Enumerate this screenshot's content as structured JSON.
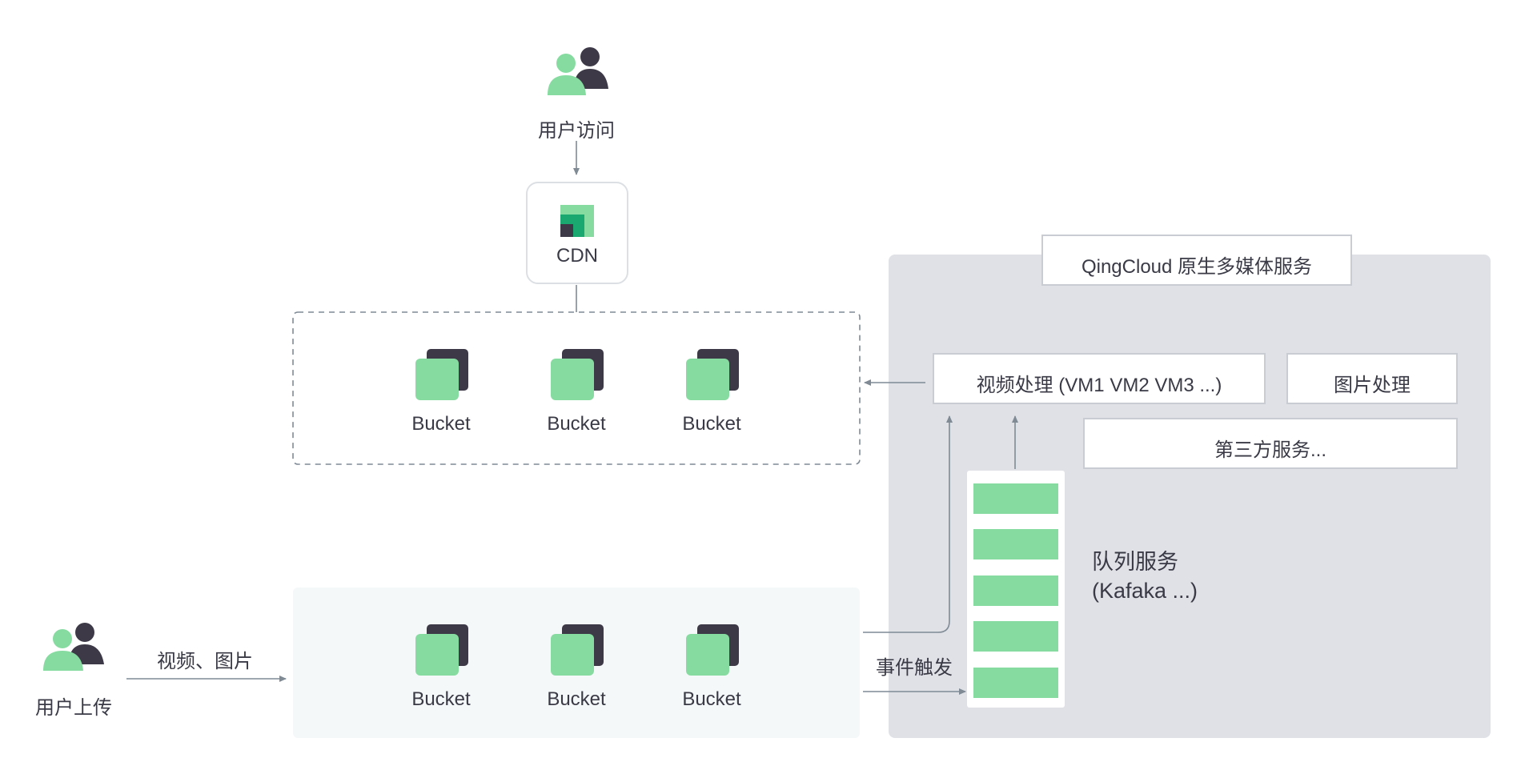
{
  "user_access": {
    "label": "用户访问"
  },
  "cdn": {
    "label": "CDN"
  },
  "top_buckets": [
    {
      "label": "Bucket"
    },
    {
      "label": "Bucket"
    },
    {
      "label": "Bucket"
    }
  ],
  "bottom_buckets": [
    {
      "label": "Bucket"
    },
    {
      "label": "Bucket"
    },
    {
      "label": "Bucket"
    }
  ],
  "user_upload": {
    "label": "用户上传"
  },
  "upload_edge": {
    "label": "视频、图片"
  },
  "event_edge": {
    "label": "事件触发"
  },
  "qingcloud": {
    "title": "QingCloud 原生多媒体服务",
    "video_processing": "视频处理 (VM1 VM2 VM3 ...)",
    "image_processing": "图片处理",
    "third_party": "第三方服务...",
    "queue_label_line1": "队列服务",
    "queue_label_line2": "(Kafaka ...)"
  },
  "colors": {
    "green": "#86dba0",
    "dark": "#3d3946",
    "panel_gray": "#dfe1e6",
    "upload_panel": "#f4f8f8",
    "line": "#7f8a95",
    "text": "#3a3a46"
  }
}
